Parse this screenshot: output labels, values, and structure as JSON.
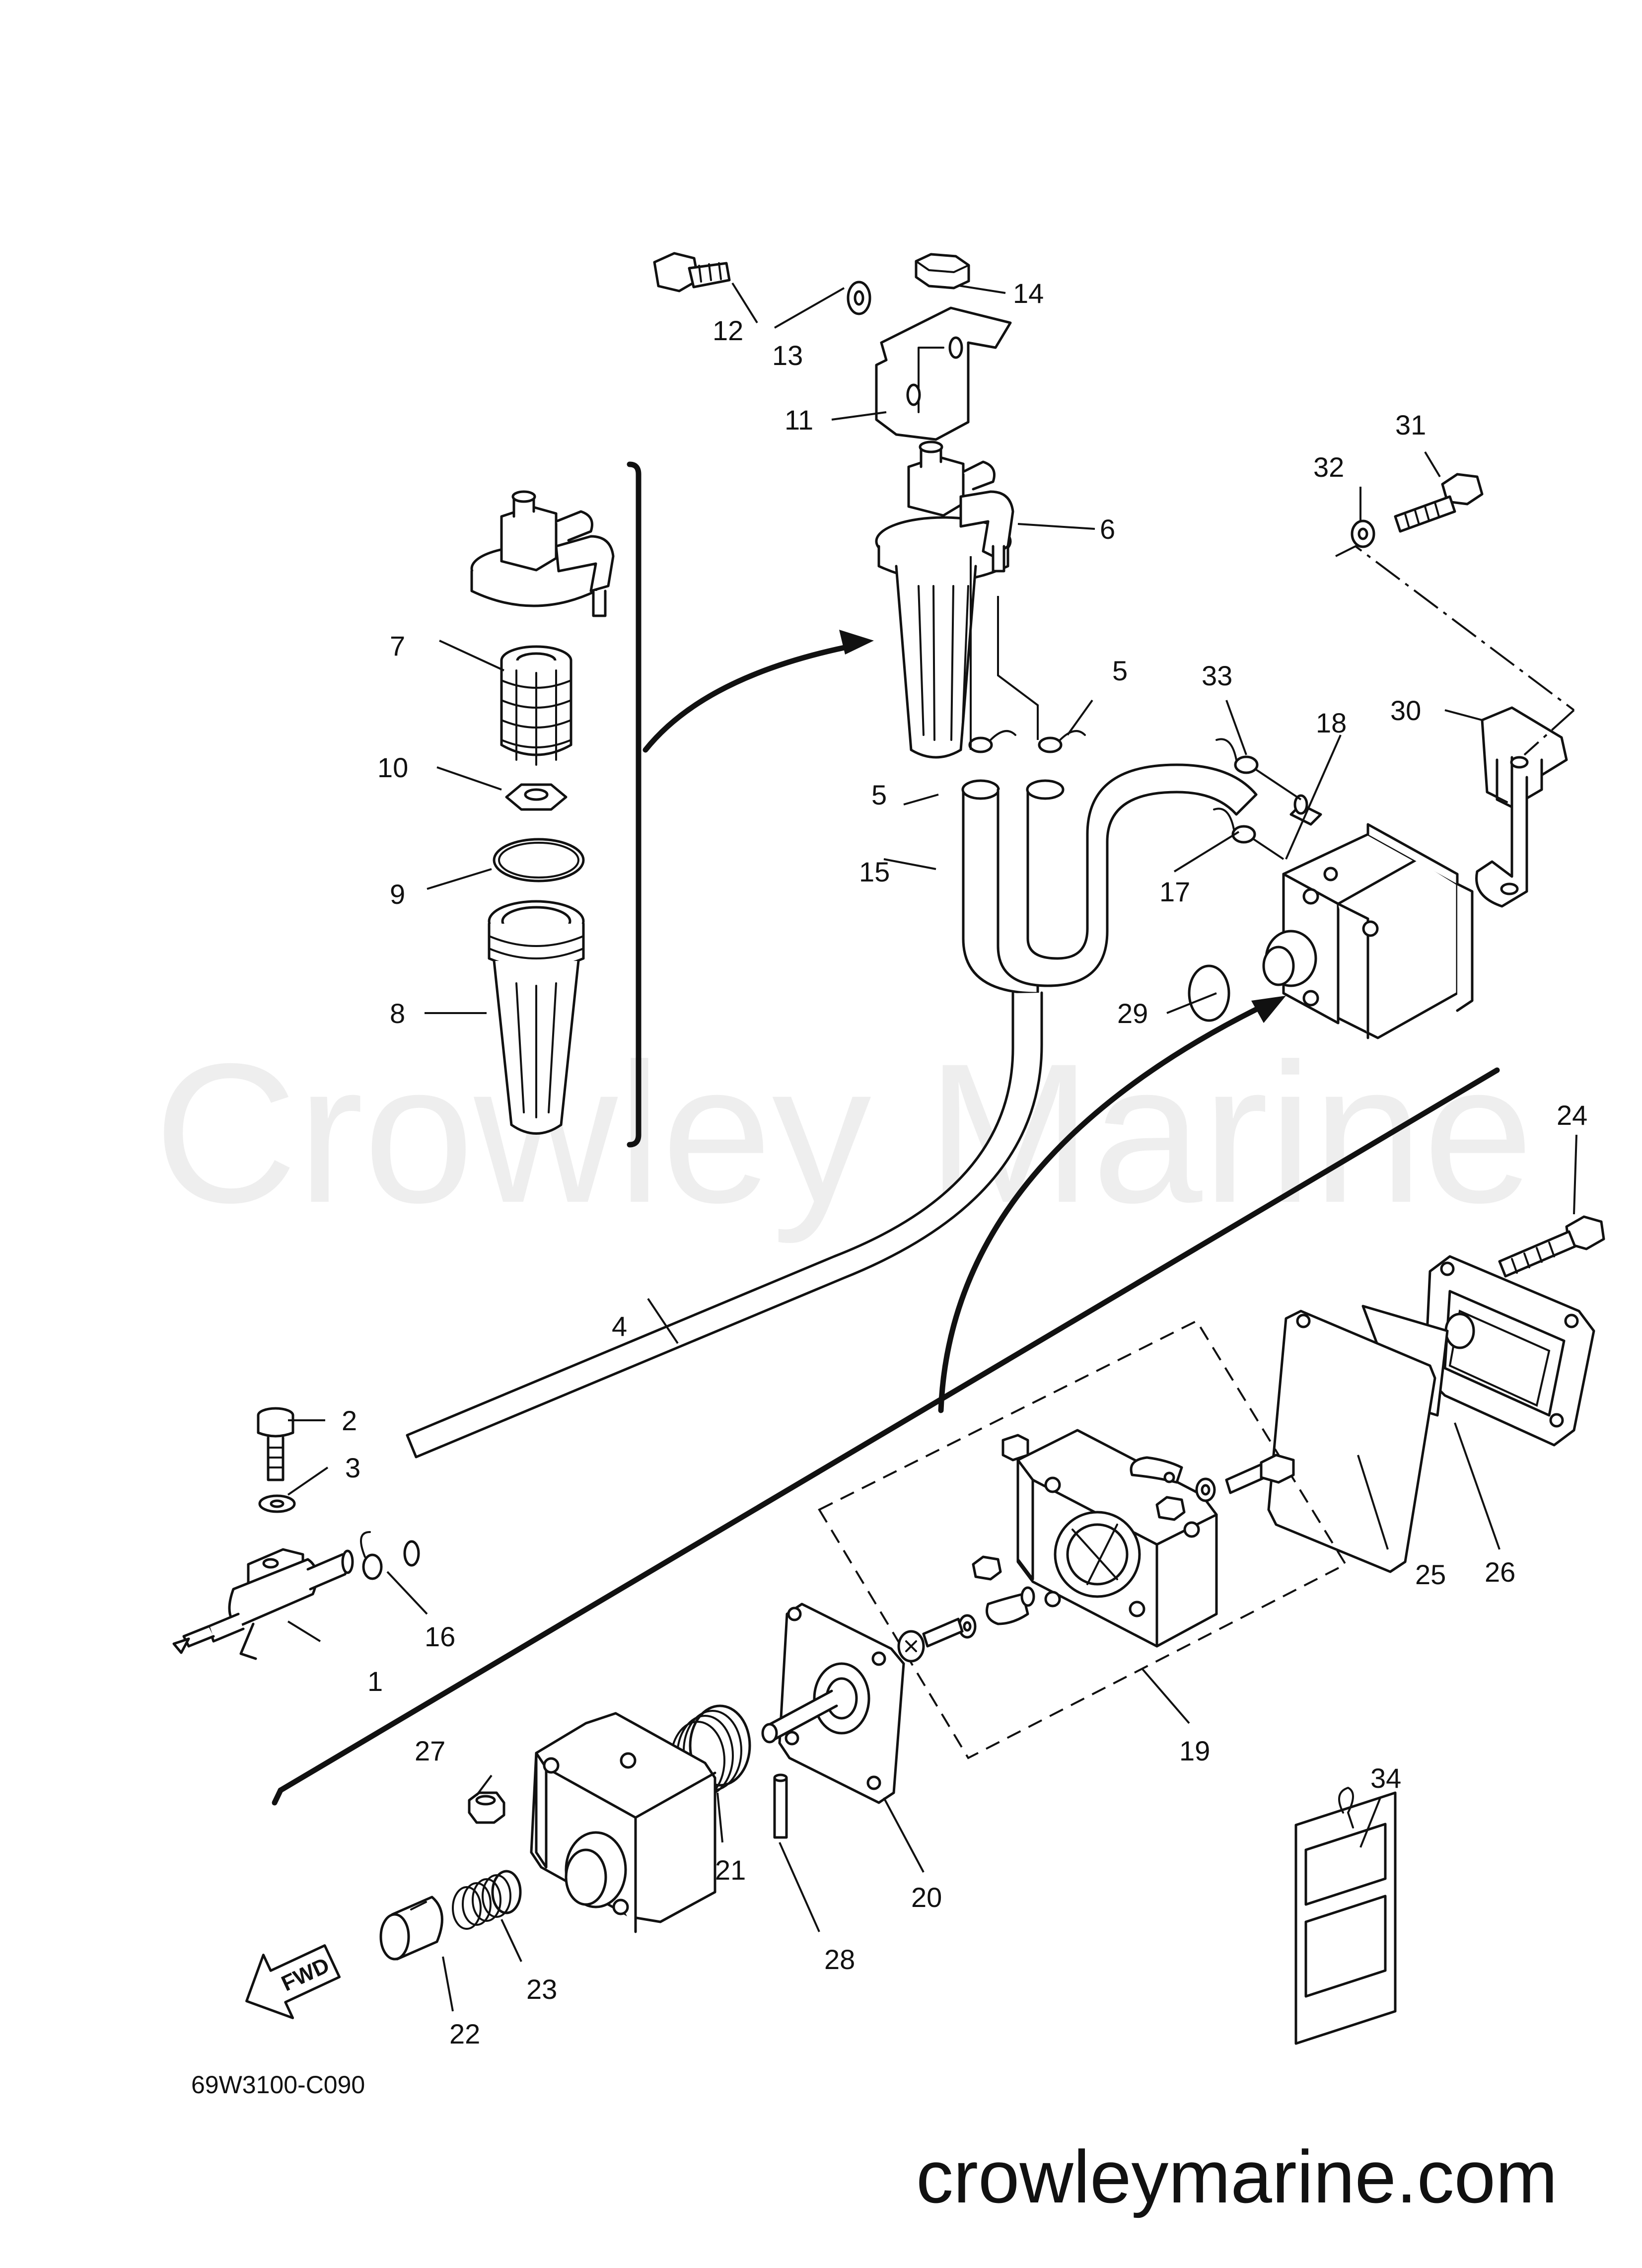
{
  "watermark": "Crowley Marine",
  "site_url": "crowleymarine.com",
  "diagram_code": "69W3100-C090",
  "fwd_label": "FWD",
  "callouts": {
    "c1": "1",
    "c2": "2",
    "c3": "3",
    "c4": "4",
    "c5a": "5",
    "c5b": "5",
    "c6": "6",
    "c7": "7",
    "c8": "8",
    "c9": "9",
    "c10": "10",
    "c11": "11",
    "c12": "12",
    "c13": "13",
    "c14": "14",
    "c15": "15",
    "c16": "16",
    "c17": "17",
    "c18": "18",
    "c19": "19",
    "c20": "20",
    "c21": "21",
    "c22": "22",
    "c23": "23",
    "c24": "24",
    "c25": "25",
    "c26": "26",
    "c27": "27",
    "c28": "28",
    "c29": "29",
    "c30": "30",
    "c31": "31",
    "c32": "32",
    "c33": "33",
    "c34": "34"
  }
}
